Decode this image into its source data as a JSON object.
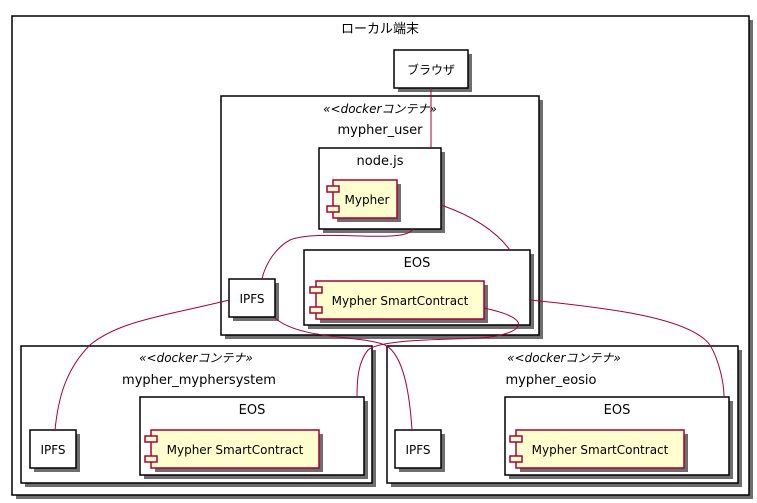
{
  "diagram": {
    "outer_title": "ローカル端末",
    "browser": "ブラウザ",
    "mypher_user": {
      "stereotype": "«<dockerコンテナ»",
      "name": "mypher_user",
      "nodejs": "node.js",
      "mypher": "Mypher",
      "eos": "EOS",
      "contract": "Mypher SmartContract",
      "ipfs": "IPFS"
    },
    "mypher_myphersystem": {
      "stereotype": "«<dockerコンテナ»",
      "name": "mypher_myphersystem",
      "ipfs": "IPFS",
      "eos": "EOS",
      "contract": "Mypher SmartContract"
    },
    "mypher_eosio": {
      "stereotype": "«<dockerコンテナ»",
      "name": "mypher_eosio",
      "ipfs": "IPFS",
      "eos": "EOS",
      "contract": "Mypher SmartContract"
    }
  },
  "colors": {
    "component_fill": "#FEFECE",
    "component_border": "#A80036",
    "link": "#A80036"
  }
}
